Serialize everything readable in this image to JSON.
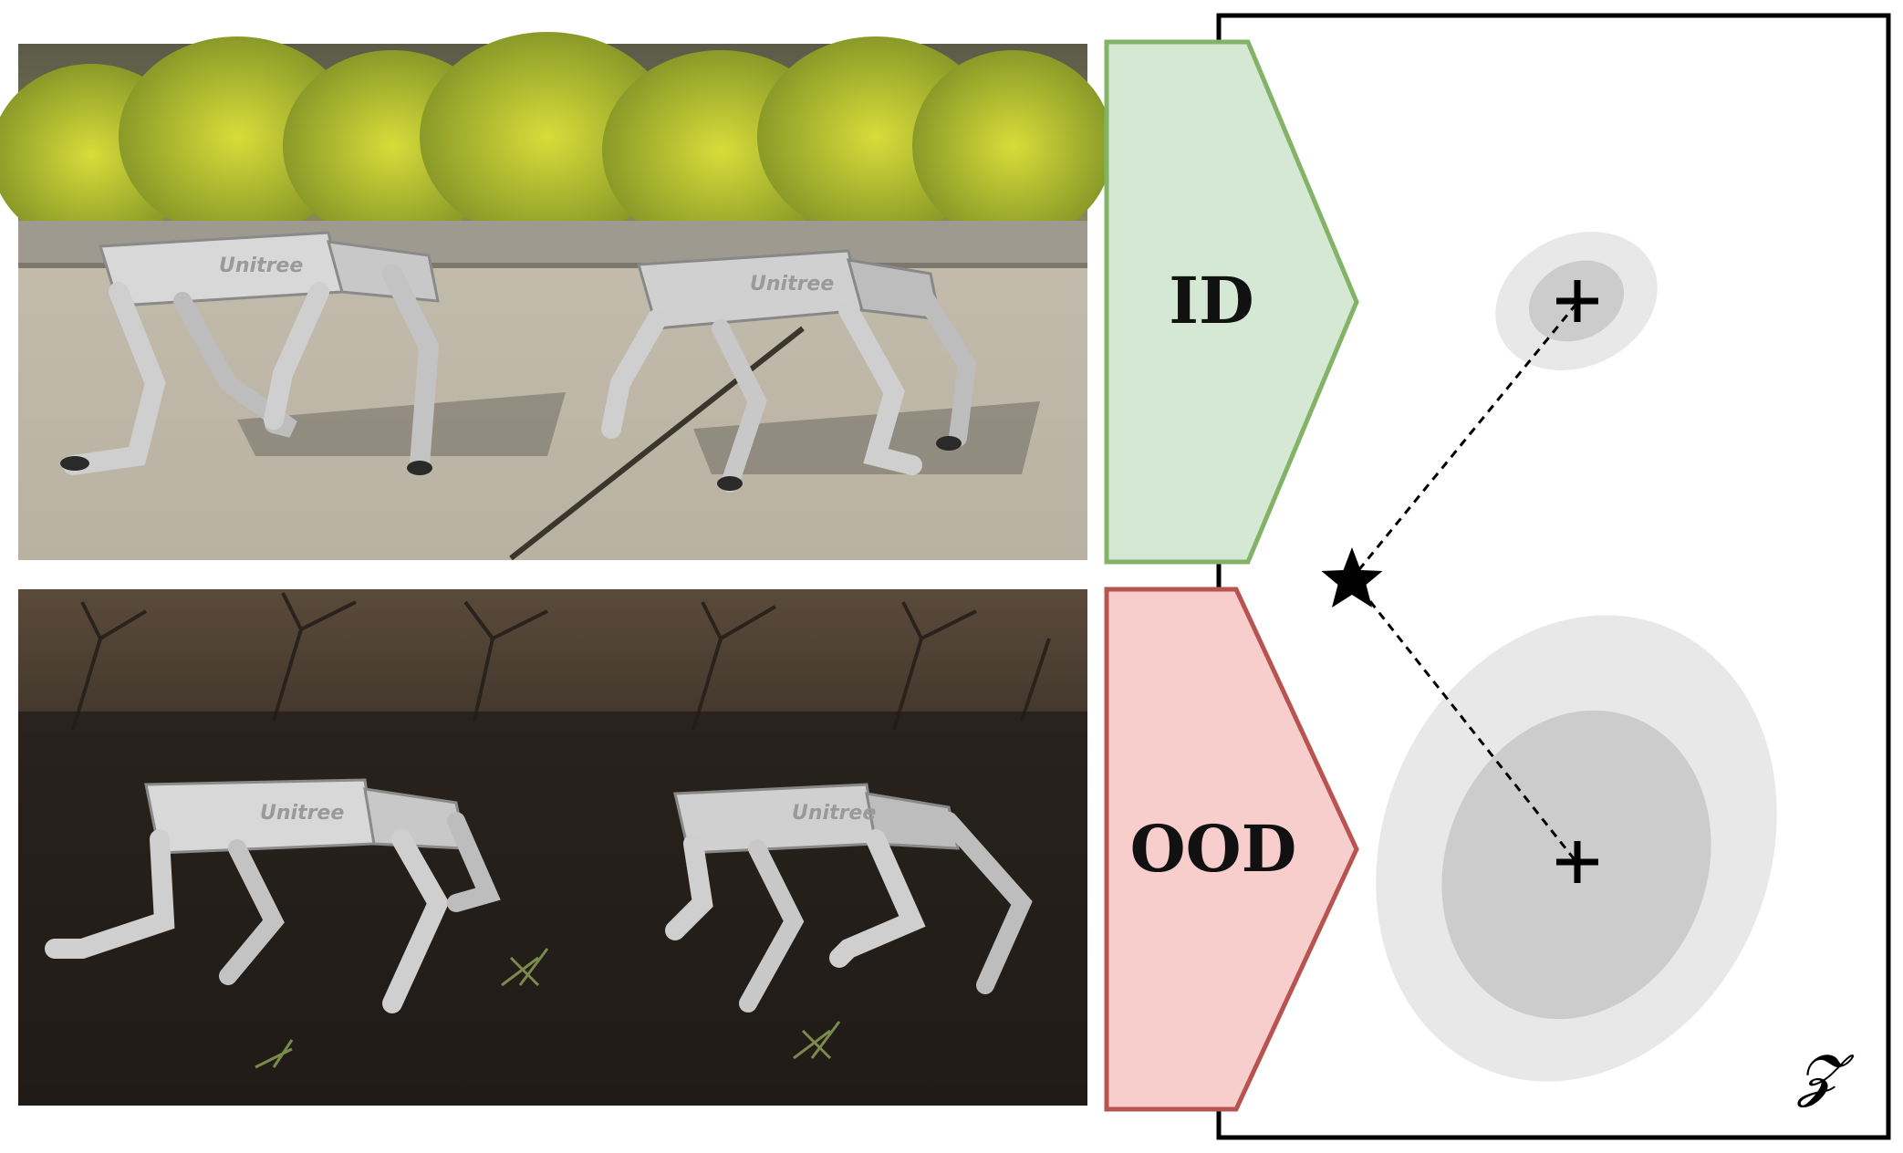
{
  "figure": {
    "id_label": "ID",
    "ood_label": "OOD",
    "space_label": "𝓩",
    "photos": [
      {
        "name": "in-distribution-photo",
        "scene": "two Unitree quadruped robots walking on a sunny concrete sidewalk in front of yellow-green shrubs",
        "robot_brand": "Unitree"
      },
      {
        "name": "out-of-distribution-photo",
        "scene": "two Unitree quadruped robots walking on dark mulch under bare bushes",
        "robot_brand": "Unitree"
      }
    ],
    "colors": {
      "id_fill": "#d5e8d4",
      "id_stroke": "#82b366",
      "ood_fill": "#f8cecc",
      "ood_stroke": "#b85450",
      "outer_ellipse": "#e8e8e8",
      "inner_ellipse": "#cccccc",
      "marker": "#000000"
    },
    "markers": {
      "id_center": "plus",
      "ood_center": "plus",
      "query": "star"
    }
  }
}
